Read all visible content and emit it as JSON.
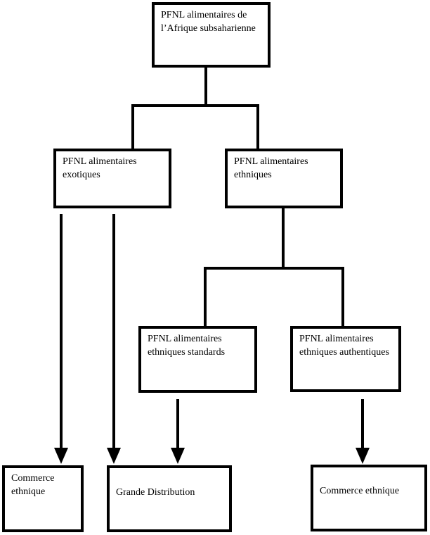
{
  "diagram": {
    "type": "flowchart",
    "colors": {
      "background": "#ffffff",
      "line": "#000000",
      "text": "#000000"
    },
    "nodes": {
      "root": {
        "label": "PFNL alimentaires de l’Afrique subsaharienne"
      },
      "exotiques": {
        "label": "PFNL alimentaires exotiques"
      },
      "ethniques": {
        "label": "PFNL alimentaires ethniques"
      },
      "standards": {
        "label": "PFNL alimentaires ethniques standards"
      },
      "authentiques": {
        "label": "PFNL alimentaires ethniques authentiques"
      },
      "commerce_left": {
        "label": "Commerce ethnique"
      },
      "grande": {
        "label": "Grande Distribution"
      },
      "commerce_right": {
        "label": "Commerce ethnique"
      }
    },
    "edges": [
      {
        "from": "root",
        "to": "exotiques",
        "style": "line"
      },
      {
        "from": "root",
        "to": "ethniques",
        "style": "line"
      },
      {
        "from": "ethniques",
        "to": "standards",
        "style": "line"
      },
      {
        "from": "ethniques",
        "to": "authentiques",
        "style": "line"
      },
      {
        "from": "exotiques",
        "to": "commerce_left",
        "style": "arrow"
      },
      {
        "from": "exotiques",
        "to": "grande",
        "style": "arrow"
      },
      {
        "from": "standards",
        "to": "grande",
        "style": "arrow"
      },
      {
        "from": "authentiques",
        "to": "commerce_right",
        "style": "arrow"
      }
    ]
  }
}
